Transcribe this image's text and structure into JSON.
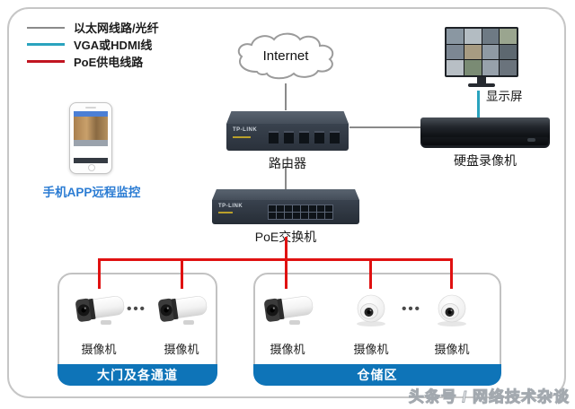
{
  "legend": {
    "items": [
      {
        "label": "以太网线路/光纤",
        "color": "#8a8a8a"
      },
      {
        "label": "VGA或HDMI线",
        "color": "#2aa3be"
      },
      {
        "label": "PoE供电线路",
        "color": "#c11420"
      }
    ]
  },
  "cloud": {
    "label": "Internet"
  },
  "phone": {
    "caption": "手机APP远程监控"
  },
  "devices": {
    "router": {
      "label": "路由器",
      "brand": "TP-LINK"
    },
    "poe_switch": {
      "label": "PoE交换机",
      "brand": "TP-LINK"
    },
    "nvr": {
      "label": "硬盘录像机"
    },
    "monitor": {
      "label": "显示屏"
    }
  },
  "zones": [
    {
      "name": "大门及各通道",
      "camera_labels": [
        "摄像机",
        "摄像机"
      ],
      "ellipsis": "•••"
    },
    {
      "name": "仓储区",
      "camera_labels": [
        "摄像机",
        "摄像机",
        "摄像机"
      ],
      "ellipsis": "•••"
    }
  ],
  "watermark": "头条号 / 网络技术杂谈",
  "colors": {
    "ethernet_line": "#8a8a8a",
    "video_line": "#2aa3be",
    "poe_line": "#e01111",
    "zone_banner": "#0e74b8",
    "phone_caption": "#2b7cd3"
  }
}
